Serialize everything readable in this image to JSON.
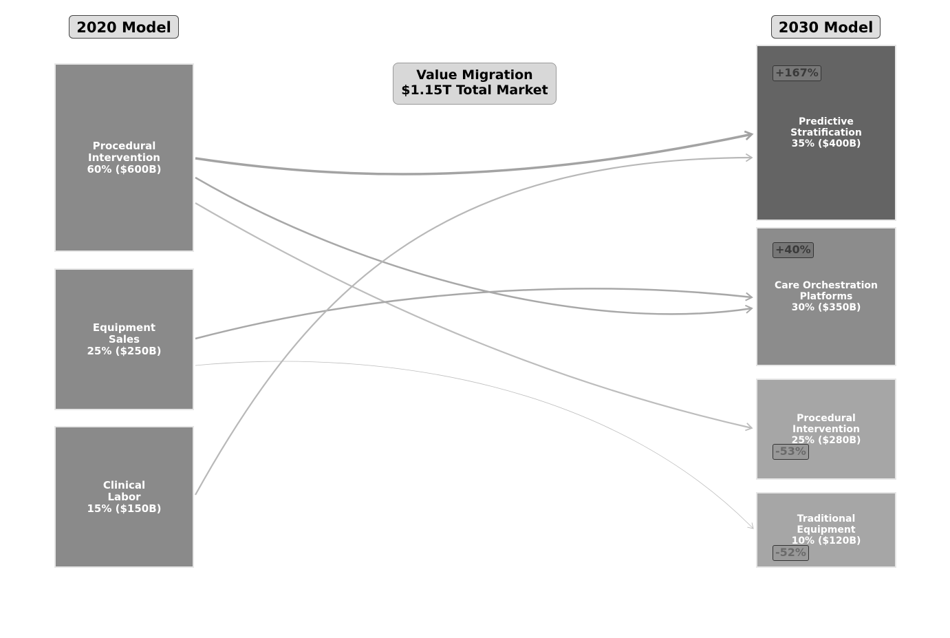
{
  "headers": {
    "left": "2020 Model",
    "right": "2030 Model"
  },
  "center_note": {
    "line1": "Value Migration",
    "line2": "$1.15T Total Market"
  },
  "left_nodes": [
    {
      "id": "procedural",
      "label": "Procedural\nIntervention\n60% ($600B)",
      "share_pct": 60,
      "value_b": 600,
      "color": "#8a8a8a"
    },
    {
      "id": "equipment",
      "label": "Equipment\nSales\n25% ($250B)",
      "share_pct": 25,
      "value_b": 250,
      "color": "#8a8a8a"
    },
    {
      "id": "labor",
      "label": "Clinical\nLabor\n15% ($150B)",
      "share_pct": 15,
      "value_b": 150,
      "color": "#8a8a8a"
    }
  ],
  "right_nodes": [
    {
      "id": "predictive",
      "label": "Predictive\nStratification\n35% ($400B)",
      "share_pct": 35,
      "value_b": 400,
      "change": "+167%",
      "color": "#646464"
    },
    {
      "id": "orchestration",
      "label": "Care Orchestration\nPlatforms\n30% ($350B)",
      "share_pct": 30,
      "value_b": 350,
      "change": "+40%",
      "color": "#8c8c8c"
    },
    {
      "id": "procedural2030",
      "label": "Procedural\nIntervention\n25% ($280B)",
      "share_pct": 25,
      "value_b": 280,
      "change": "-53%",
      "color": "#a6a6a6"
    },
    {
      "id": "traditional",
      "label": "Traditional\nEquipment\n10% ($120B)",
      "share_pct": 10,
      "value_b": 120,
      "change": "-52%",
      "color": "#a6a6a6"
    }
  ],
  "flows": [
    {
      "from": "procedural",
      "to": "predictive",
      "weight": 3.5,
      "color": "#a3a3a3"
    },
    {
      "from": "procedural",
      "to": "orchestration",
      "weight": 2.5,
      "color": "#a8a8a8"
    },
    {
      "from": "procedural",
      "to": "procedural2030",
      "weight": 2.2,
      "color": "#bdbdbd"
    },
    {
      "from": "equipment",
      "to": "orchestration",
      "weight": 2.5,
      "color": "#a8a8a8"
    },
    {
      "from": "equipment",
      "to": "traditional",
      "weight": 0.8,
      "color": "#bdbdbd"
    },
    {
      "from": "labor",
      "to": "predictive",
      "weight": 2.2,
      "color": "#b8b8b8"
    }
  ]
}
